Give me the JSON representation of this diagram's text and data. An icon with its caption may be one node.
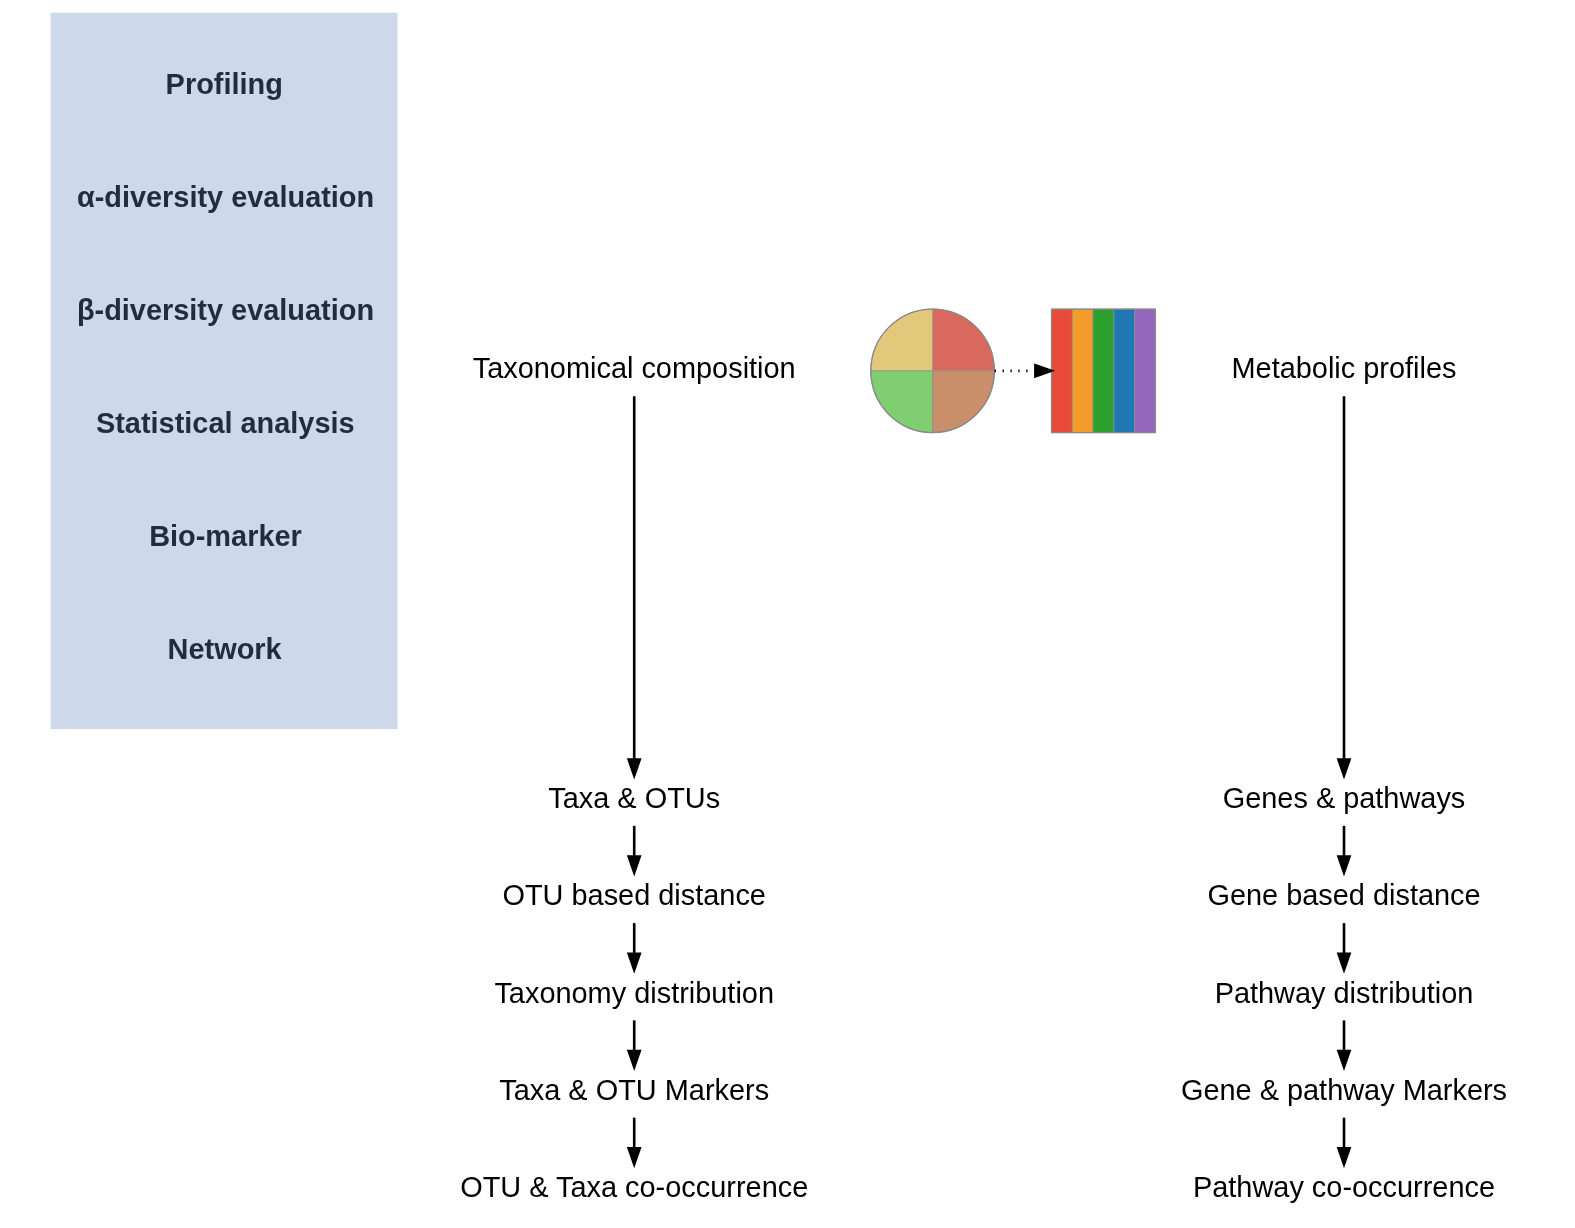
{
  "diagram": {
    "nodes": [
      {
        "text": [
          "Profiling",
          "α-diversity evaluation",
          "β-diversity evaluation",
          "Statistical analysis",
          "Bio-marker",
          "Network"
        ]
      },
      {
        "text": [
          "Taxonomical composition"
        ]
      },
      {
        "text": [],
        "shape": "picture"
      },
      {
        "text": [],
        "shape": "picture"
      },
      {
        "text": [
          "Metabolic profiles"
        ]
      },
      {
        "text": [
          "Taxa & OTUs"
        ]
      },
      {
        "text": [
          "Genes & pathways"
        ]
      },
      {
        "text": [
          "OTU based distance"
        ]
      },
      {
        "text": [
          "Gene based distance"
        ]
      },
      {
        "text": [
          "Taxonomy distribution"
        ]
      },
      {
        "text": [
          "Pathway distribution"
        ]
      },
      {
        "text": [
          "Taxa & OTU Markers"
        ]
      },
      {
        "text": [
          "Gene & pathway Markers"
        ]
      },
      {
        "text": [
          "OTU & Taxa co-occurrence"
        ]
      },
      {
        "text": [
          "Pathway co-occurrence"
        ]
      }
    ],
    "edges": [
      {
        "from": 2,
        "to": 3,
        "arrow": "to",
        "style": "dashed"
      },
      {
        "from": 1,
        "to": 5,
        "arrow": "to"
      },
      {
        "from": 5,
        "to": 7,
        "arrow": "to"
      },
      {
        "from": 7,
        "to": 9,
        "arrow": "to"
      },
      {
        "from": 9,
        "to": 11,
        "arrow": "to"
      },
      {
        "from": 11,
        "to": 13,
        "arrow": "to"
      },
      {
        "from": 4,
        "to": 6,
        "arrow": "to"
      },
      {
        "from": 6,
        "to": 8,
        "arrow": "to"
      },
      {
        "from": 8,
        "to": 10,
        "arrow": "to"
      },
      {
        "from": 10,
        "to": 12,
        "arrow": "to"
      },
      {
        "from": 12,
        "to": 14,
        "arrow": "to"
      }
    ]
  }
}
